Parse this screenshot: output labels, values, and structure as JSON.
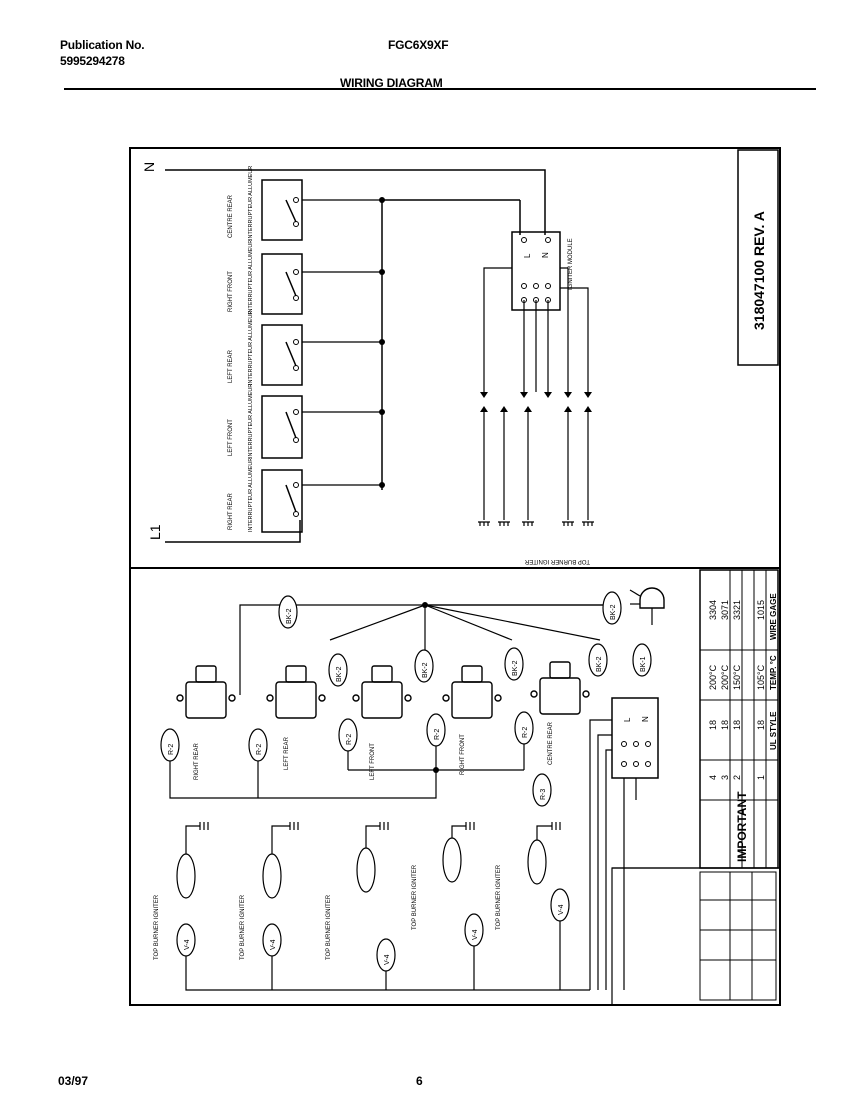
{
  "header": {
    "publication_label": "Publication No.",
    "publication_number": "5995294278",
    "model": "FGC6X9XF",
    "section_title": "WIRING DIAGRAM"
  },
  "diagram": {
    "part_number": "318047100  REV. A",
    "terminal_n": "N",
    "terminal_l1": "L1",
    "switch_labels": [
      "CENTRE REAR",
      "RIGHT FRONT",
      "LEFT REAR",
      "LEFT FRONT",
      "RIGHT REAR"
    ],
    "switch_sub": "INTERRUPTEUR ALLUMEUR",
    "module_label": "IGNITER MODULE",
    "module_terminals": [
      "L",
      "N"
    ],
    "burner_igniter_label": "TOP BURNER IGNITER",
    "wire_codes": [
      "R-2",
      "BK-2",
      "BK-1",
      "V-4",
      "R-3"
    ],
    "igniter_unit_labels": [
      "RIGHT REAR",
      "LEFT REAR",
      "LEFT FRONT",
      "RIGHT FRONT",
      "CENTRE REAR"
    ],
    "wire_table_header": "IMPORTANT",
    "wire_table_cols": [
      "WIRE GAGE",
      "TEMP. °C",
      "UL STYLE"
    ],
    "wire_table_rows": [
      [
        "4",
        "18",
        "200°C",
        "3304"
      ],
      [
        "3",
        "18",
        "200°C",
        "3071"
      ],
      [
        "2",
        "18",
        "150°C",
        "3321"
      ],
      [
        "1",
        "18",
        "105°C",
        "1015"
      ]
    ]
  },
  "footer": {
    "date": "03/97",
    "page": "6"
  }
}
